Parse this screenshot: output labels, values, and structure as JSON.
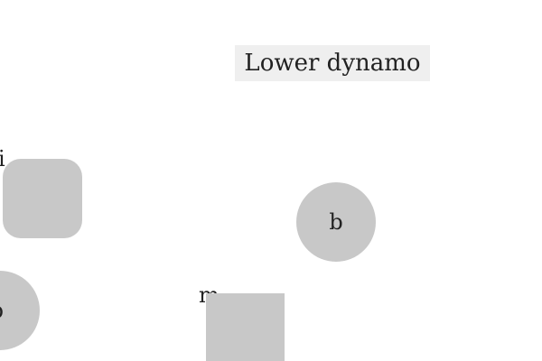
{
  "title": "Lower dynamo",
  "objects": {
    "rounded_square": {
      "label": "i"
    },
    "circle_b": {
      "label": "b"
    },
    "circle_p": {
      "label": "p"
    },
    "square_m": {
      "label": "m"
    }
  },
  "colors": {
    "shape_fill": "#c8c8c8",
    "title_bg": "#efefef",
    "background": "#ffffff"
  }
}
